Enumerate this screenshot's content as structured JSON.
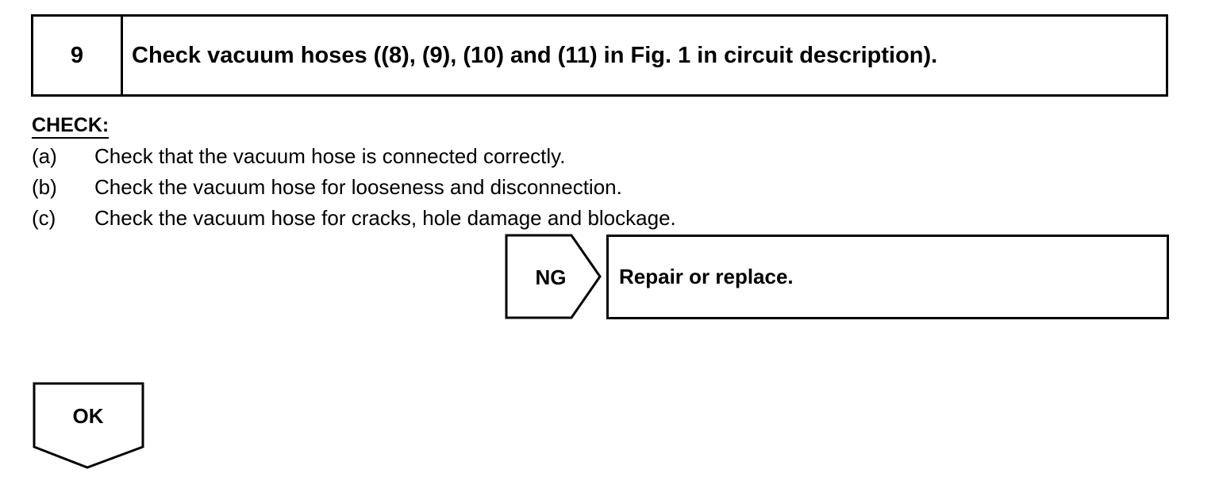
{
  "step": {
    "number": "9",
    "title": "Check vacuum hoses ((8), (9), (10) and (11) in Fig. 1 in circuit description)."
  },
  "check": {
    "heading": "CHECK:",
    "items": [
      {
        "marker": "(a)",
        "text": "Check that the vacuum hose is connected correctly."
      },
      {
        "marker": "(b)",
        "text": "Check the vacuum hose for looseness and disconnection."
      },
      {
        "marker": "(c)",
        "text": "Check the vacuum hose for cracks, hole damage and blockage."
      }
    ]
  },
  "ng": {
    "label": "NG",
    "action": "Repair or replace."
  },
  "ok": {
    "label": "OK"
  }
}
